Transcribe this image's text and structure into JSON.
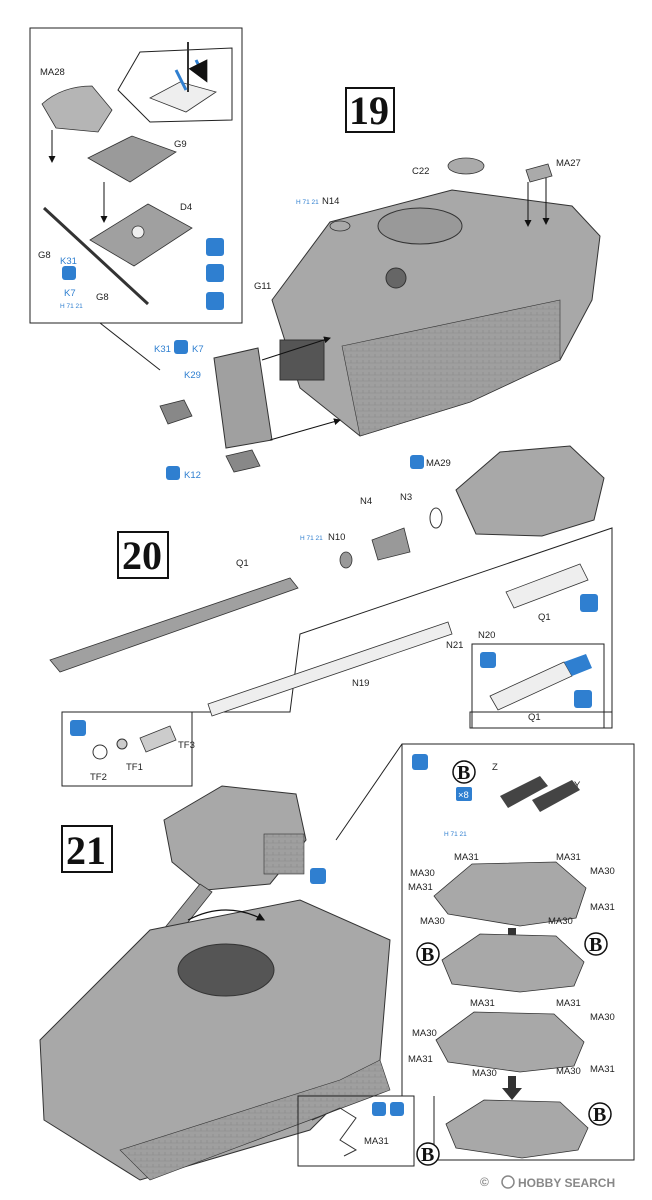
{
  "steps": [
    "19",
    "20",
    "21"
  ],
  "parts": {
    "MA28": "MA28",
    "G9": "G9",
    "D4": "D4",
    "G8": "G8",
    "K31": "K31",
    "K7": "K7",
    "C22": "C22",
    "MA27": "MA27",
    "N14": "N14",
    "G11": "G11",
    "K29": "K29",
    "K12": "K12",
    "MA29": "MA29",
    "N4": "N4",
    "N3": "N3",
    "N10": "N10",
    "Q1": "Q1",
    "N19": "N19",
    "N21": "N21",
    "N20": "N20",
    "TF3": "TF3",
    "TF1": "TF1",
    "TF2": "TF2",
    "Z": "Z",
    "Y": "Y",
    "MA30": "MA30",
    "MA31": "MA31"
  },
  "callouts": {
    "B": "B",
    "x8": "×8",
    "h_tag": "H 71 21"
  },
  "watermark": {
    "brand": "HOBBY SEARCH",
    "copyright": "©"
  },
  "colors": {
    "accent": "#2f7fd0",
    "ink": "#222222",
    "part_fill": "#9a9a9a",
    "hull_fill": "#a8a8a8"
  }
}
